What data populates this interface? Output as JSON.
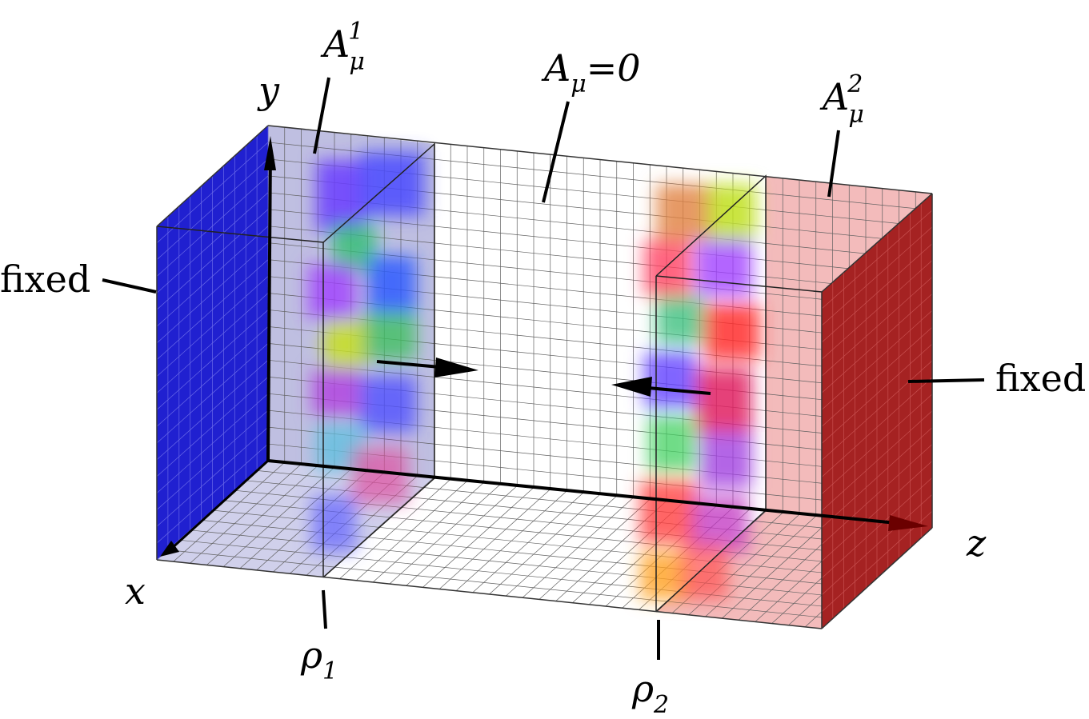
{
  "labels": {
    "y_axis": "y",
    "x_axis": "x",
    "z_axis": "z",
    "fixed_left": "fixed",
    "fixed_right": "fixed",
    "A_mu_1": {
      "base": "A",
      "sub": "μ",
      "sup": "1"
    },
    "A_mu_zero": {
      "base": "A",
      "sub": "μ",
      "rest": "=0"
    },
    "A_mu_2": {
      "base": "A",
      "sub": "μ",
      "sup": "2"
    },
    "rho_1": {
      "base": "ρ",
      "sub": "1"
    },
    "rho_2": {
      "base": "ρ",
      "sub": "2"
    }
  },
  "colors": {
    "left_wall": "#2020d0",
    "right_wall": "#a52222",
    "left_region": "#b4b4dc",
    "right_region": "#f2b4b4",
    "grid": "#606060"
  },
  "icons": [
    "y-axis-arrow-icon",
    "x-axis-arrow-icon",
    "z-axis-arrow-icon",
    "right-moving-arrow-icon",
    "left-moving-arrow-icon"
  ]
}
